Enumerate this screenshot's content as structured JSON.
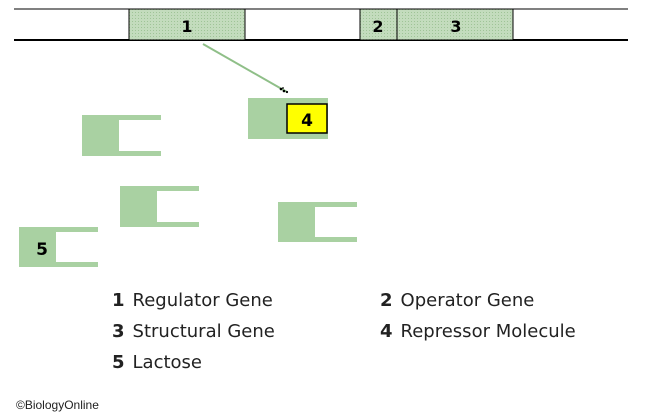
{
  "diagram": {
    "segments": [
      {
        "id": "seg-1",
        "label": "1"
      },
      {
        "id": "seg-2",
        "label": "2"
      },
      {
        "id": "seg-3",
        "label": "3"
      }
    ],
    "repressor_label": "4",
    "lactose_label": "5"
  },
  "legend": [
    {
      "num": "1",
      "text": "Regulator Gene"
    },
    {
      "num": "2",
      "text": "Operator Gene"
    },
    {
      "num": "3",
      "text": "Structural Gene"
    },
    {
      "num": "4",
      "text": "Repressor Molecule"
    },
    {
      "num": "5",
      "text": "Lactose"
    }
  ],
  "copyright": "©BiologyOnline",
  "colors": {
    "gene_fill": "#cfe3c9",
    "shape_fill": "#a9d1a2",
    "highlight": "#ffff00",
    "line": "#000000"
  }
}
